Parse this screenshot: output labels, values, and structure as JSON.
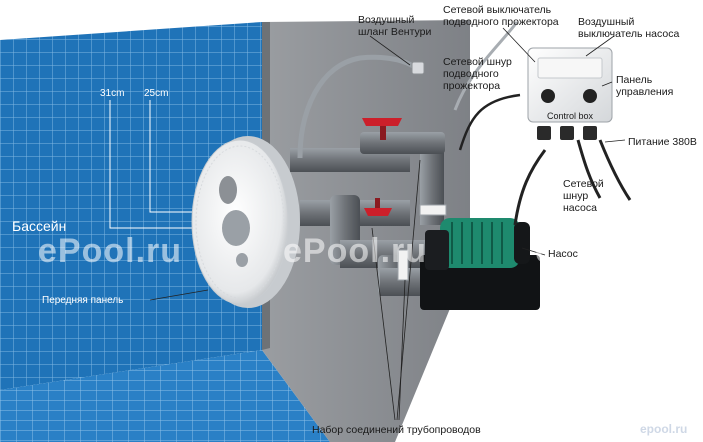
{
  "labels": {
    "air_hose": [
      "Воздушный",
      "шланг Вентури"
    ],
    "light_switch": [
      "Сетевой выключатель",
      "подводного прожектора"
    ],
    "pump_air_switch": [
      "Воздушный",
      "выключатель насоса"
    ],
    "light_cord": [
      "Сетевой шнур",
      "подводного",
      "прожектора"
    ],
    "control_panel": [
      "Панель",
      "управления"
    ],
    "power": "Питание 380В",
    "pump_cord": [
      "Сетевой",
      "шнур",
      "насоса"
    ],
    "pump": "Насос",
    "pool": "Бассейн",
    "front_panel": "Передняя панель",
    "pipe_set": "Набор соединений трубопроводов",
    "dim_31": "31cm",
    "dim_25": "25cm",
    "control_box": "Control box",
    "watermark": "ePool.ru",
    "logo": "epool.ru"
  },
  "colors": {
    "tile_blue": "#1f73b8",
    "tile_grout": "#7fb7e2",
    "wall_grey": "#8f9297",
    "pipe_grey": "#6f7378",
    "pump_green": "#1e8a6e",
    "valve_red": "#cc1f2a"
  }
}
